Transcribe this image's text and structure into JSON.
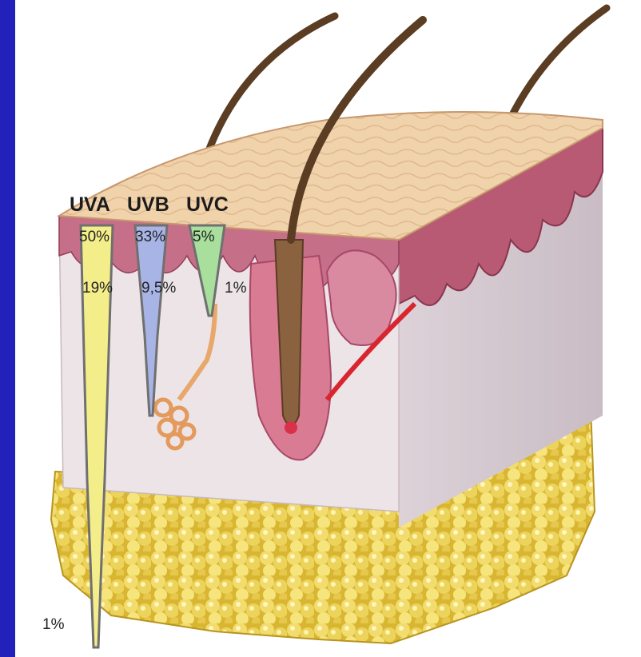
{
  "headers": {
    "uva": "UVA",
    "uvb": "UVB",
    "uvc": "UVC"
  },
  "surface": {
    "uva": "50%",
    "uvb": "33%",
    "uvc": "5%"
  },
  "dermis": {
    "uva": "19%",
    "uvb": "9,5%",
    "uvc": "1%"
  },
  "hypodermis": {
    "uva": "1%"
  },
  "colors": {
    "background": "#2222bb",
    "uva_beam": "#f4ee8a",
    "uvb_beam": "#a9b4e6",
    "uvc_beam": "#a8df9c",
    "epidermis": "#e9c39b",
    "dermis_papillae": "#c06a82",
    "dermis": "#ece4e6",
    "fat": "#e9cd52",
    "hair": "#6b4a2c"
  },
  "structures": [
    "epidermis",
    "dermis",
    "hair-shaft",
    "hair-follicle",
    "sebaceous-gland",
    "sweat-gland",
    "blood-vessel",
    "subcutaneous-fat"
  ]
}
